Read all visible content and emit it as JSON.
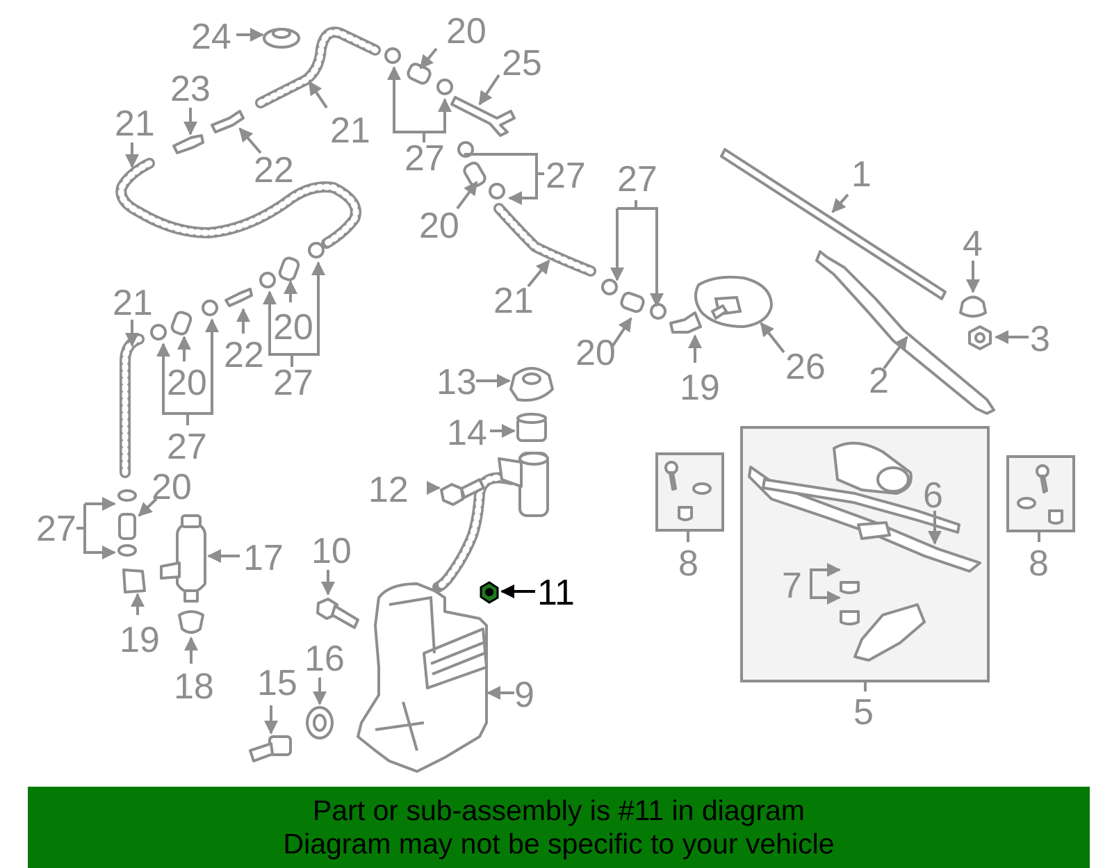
{
  "colors": {
    "line": "#8e8e8e",
    "highlight_part": "#1f7a1f",
    "highlight_label": "#000000",
    "banner_background": "#047a04",
    "banner_text": "#000000"
  },
  "labels": {
    "p1": "1",
    "p2": "2",
    "p3": "3",
    "p4": "4",
    "p5": "5",
    "p6": "6",
    "p7": "7",
    "p8a": "8",
    "p8b": "8",
    "p9": "9",
    "p10": "10",
    "p11": "11",
    "p12": "12",
    "p13": "13",
    "p14": "14",
    "p15": "15",
    "p16": "16",
    "p17": "17",
    "p18": "18",
    "p19a": "19",
    "p19b": "19",
    "p20a": "20",
    "p20b": "20",
    "p20c": "20",
    "p20d": "20",
    "p20e": "20",
    "p20f": "20",
    "p21a": "21",
    "p21b": "21",
    "p21c": "21",
    "p21d": "21",
    "p22a": "22",
    "p22b": "22",
    "p23": "23",
    "p24": "24",
    "p25": "25",
    "p26": "26",
    "p27a": "27",
    "p27b": "27",
    "p27c": "27",
    "p27d": "27",
    "p27e": "27",
    "p27f": "27"
  },
  "banner": {
    "line1": "Part or sub-assembly is #11 in diagram",
    "line2": "Diagram may not be specific to your vehicle"
  }
}
